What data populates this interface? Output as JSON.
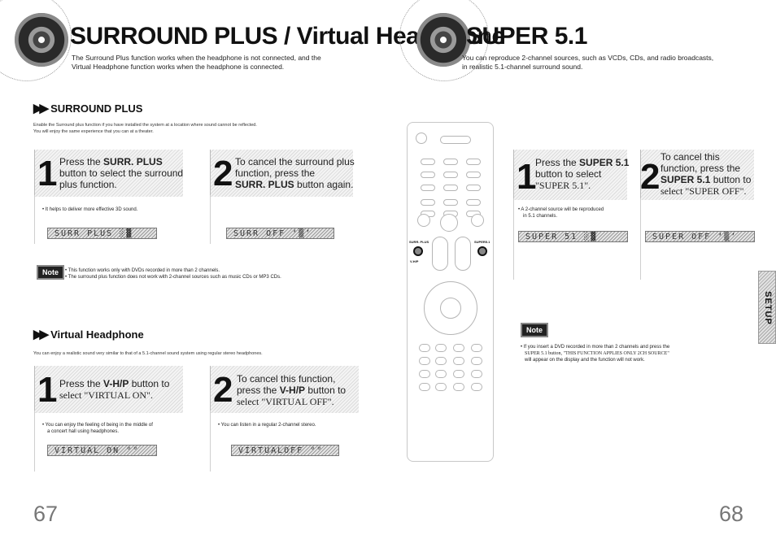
{
  "left": {
    "title": "SURROUND PLUS / Virtual Headphone",
    "intro": [
      "The Surround Plus function works when the headphone is not connected, and the",
      "Virtual Headphone function works when the headphone is connected."
    ],
    "surround": {
      "heading": "SURROUND PLUS",
      "desc": [
        "Enable the Surround plus function if you have installed the system at a location where sound cannot be reflected.",
        "You will enjoy the same experience that you can at a theater."
      ],
      "step1": {
        "num": "1",
        "line1_pre": "Press the ",
        "line1_bold": "SURR. PLUS",
        "line2": "button to select the surround",
        "line3": "plus function.",
        "bullet": "• It helps to deliver more effective 3D sound.",
        "lcd": "SURR PLUS ░▓"
      },
      "step2": {
        "num": "2",
        "line1": "To cancel the surround plus",
        "line2": "function, press the",
        "line3_bold": "SURR. PLUS",
        "line3_post": " button again.",
        "lcd": "SURR OFF ‘▒’"
      },
      "note_label": "Note",
      "notes": [
        "• This function works only with DVDs recorded in more than 2 channels.",
        "• The surround plus function does not work with 2-channel sources such as music CDs or MP3 CDs."
      ]
    },
    "virtual": {
      "heading": "Virtual Headphone",
      "desc": "You can enjoy a realistic sound very similar to that of a 5.1-channel sound system using regular stereo headphones.",
      "step1": {
        "num": "1",
        "line1_pre": "Press the ",
        "line1_bold": "V-H/P",
        "line1_post": " button to",
        "line2": "select \"VIRTUAL ON\".",
        "bullet1": "• You can enjoy the feeling of being in the middle of",
        "bullet2": "a concert hall using headphones.",
        "lcd": "VIRTUAL ON °°"
      },
      "step2": {
        "num": "2",
        "line1": "To cancel this function,",
        "line2_pre": "press the ",
        "line2_bold": "V-H/P",
        "line2_post": " button to",
        "line3": "select \"VIRTUAL OFF\".",
        "bullet": "• You can listen in a regular 2-channel stereo.",
        "lcd": "VIRTUALOFF °°"
      }
    },
    "page_number": "67"
  },
  "right": {
    "title": "SUPER 5.1",
    "intro": [
      "You can reproduce 2-channel sources, such as VCDs, CDs, and radio broadcasts,",
      "in realistic 5.1-channel surround sound."
    ],
    "step1": {
      "num": "1",
      "line1_pre": "Press the ",
      "line1_bold": "SUPER 5.1",
      "line2": "button to select",
      "line3": "\"SUPER 5.1\".",
      "bullet1": "• A 2-channel source will be reproduced",
      "bullet2": "in 5.1 channels.",
      "lcd": "SUPER 51 ░▓"
    },
    "step2": {
      "num": "2",
      "line1": "To cancel this",
      "line2": "function, press the",
      "line3_bold": "SUPER 5.1",
      "line3_post": " button to",
      "line4": "select \"SUPER OFF\".",
      "lcd": "SUPER OFF ‘▒’"
    },
    "remote": {
      "hot_left_label": "SURR. PLUS",
      "hot_left_sub": "V-H/P",
      "hot_right_label": "SUPER5.1"
    },
    "note_label": "Note",
    "note": [
      "• If you insert a DVD recorded in more than 2 channels and press the",
      "SUPER 5.1 button, \"THIS FUNCTION APPLIES ONLY 2CH SOURCE\"",
      "will appear on the display and the function will not work."
    ],
    "tab_label": "SETUP",
    "page_number": "68"
  }
}
